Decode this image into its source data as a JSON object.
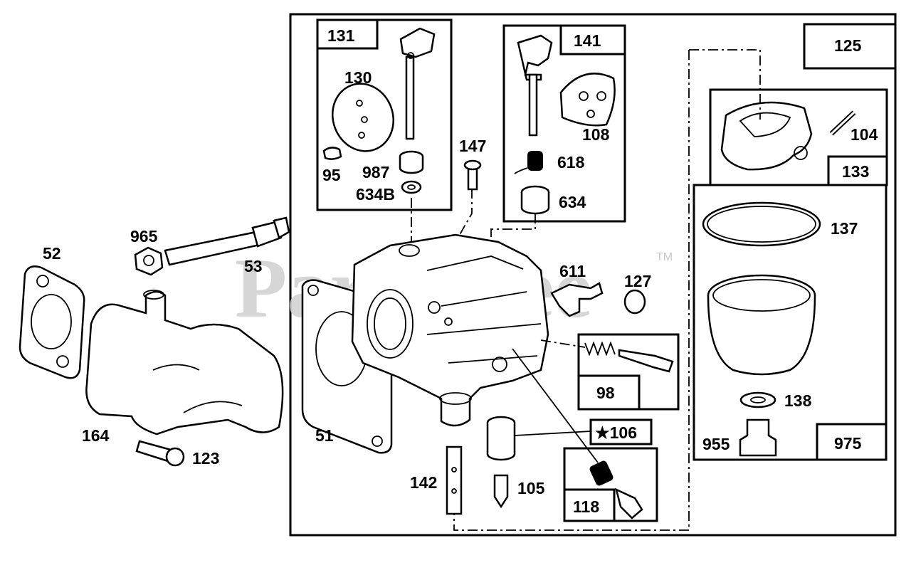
{
  "watermark": {
    "text": "PartsTree",
    "trademark": "TM"
  },
  "callouts": {
    "c131": "131",
    "c130": "130",
    "c95": "95",
    "c987": "987",
    "c634b": "634B",
    "c141": "141",
    "c108": "108",
    "c618": "618",
    "c634": "634",
    "c147": "147",
    "c125": "125",
    "c104": "104",
    "c133": "133",
    "c137": "137",
    "c965": "965",
    "c52": "52",
    "c53": "53",
    "c611": "611",
    "c127": "127",
    "c51": "51",
    "c164": "164",
    "c123": "123",
    "c98": "98",
    "c106": "★106",
    "c142": "142",
    "c105": "105",
    "c118": "118",
    "c138": "138",
    "c955": "955",
    "c975": "975"
  }
}
